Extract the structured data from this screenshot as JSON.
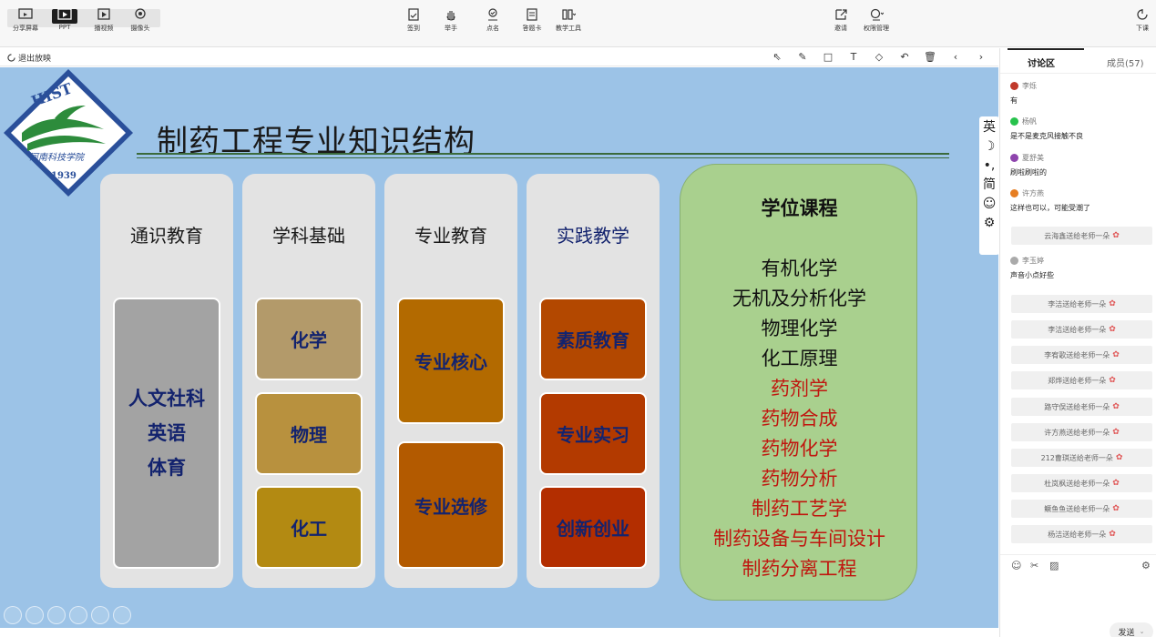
{
  "topbar": {
    "left_buttons": [
      {
        "label": "分享屏幕",
        "icon": "screen-share-icon"
      },
      {
        "label": "PPT",
        "icon": "ppt-icon"
      },
      {
        "label": "播视频",
        "icon": "video-play-icon"
      },
      {
        "label": "摄像头",
        "icon": "camera-icon"
      }
    ],
    "center_buttons": [
      {
        "label": "签到",
        "icon": "checkin-icon"
      },
      {
        "label": "举手",
        "icon": "hand-icon"
      },
      {
        "label": "点名",
        "icon": "rollcall-icon"
      },
      {
        "label": "答题卡",
        "icon": "answer-card-icon"
      },
      {
        "label": "教学工具",
        "icon": "teaching-tools-icon"
      }
    ],
    "right_buttons": [
      {
        "label": "邀请",
        "icon": "invite-icon"
      },
      {
        "label": "权限管理",
        "icon": "permission-icon"
      }
    ],
    "exit_label": "下课"
  },
  "subbar": {
    "exit_label": "退出放映"
  },
  "slide": {
    "title": "制药工程专业知识结构",
    "logo_text": "HIST",
    "logo_year": "1939",
    "logo_school": "河南科技学院",
    "columns": [
      {
        "head": "通识教育",
        "boxes": [
          "人文社科\n英语\n体育"
        ]
      },
      {
        "head": "学科基础",
        "boxes": [
          "化学",
          "物理",
          "化工"
        ]
      },
      {
        "head": "专业教育",
        "boxes": [
          "专业核心",
          "专业选修"
        ]
      },
      {
        "head": "实践教学",
        "boxes": [
          "素质教育",
          "专业实习",
          "创新创业"
        ]
      }
    ],
    "degree": {
      "title": "学位课程",
      "black_items": [
        "有机化学",
        "无机及分析化学",
        "物理化学",
        "化工原理"
      ],
      "red_items": [
        "药剂学",
        "药物合成",
        "药物化学",
        "药物分析",
        "制药工艺学",
        "制药设备与车间设计",
        "制药分离工程"
      ]
    }
  },
  "float_tools": [
    "英",
    "☽",
    "•,",
    "简",
    "☺",
    "⚙"
  ],
  "panel": {
    "tabs": [
      "讨论区",
      "成员(57)"
    ],
    "messages": [
      {
        "name": "李烁",
        "text": "有",
        "color": "#c0392b"
      },
      {
        "name": "杨帆",
        "text": "是不是麦克风接触不良",
        "color": "#27c24c"
      },
      {
        "name": "夏舒美",
        "text": "刷啦刷啦的",
        "color": "#8e44ad"
      },
      {
        "name": "许方燕",
        "text": "这样也可以，可能受潮了",
        "color": "#e67e22"
      },
      {
        "name": "李玉婷",
        "text": "声音小点好些",
        "color": "#aaaaaa"
      }
    ],
    "gifts": [
      "云海鑫送给老师一朵",
      "李洁送给老师一朵",
      "李洁送给老师一朵",
      "李宥歌送给老师一朵",
      "郑烨送给老师一朵",
      "路守俣送给老师一朵",
      "许方燕送给老师一朵",
      "212曹琪送给老师一朵",
      "杜岚枫送给老师一朵",
      "鳜鱼鱼送给老师一朵",
      "杨洁送给老师一朵"
    ],
    "send_label": "发送"
  }
}
